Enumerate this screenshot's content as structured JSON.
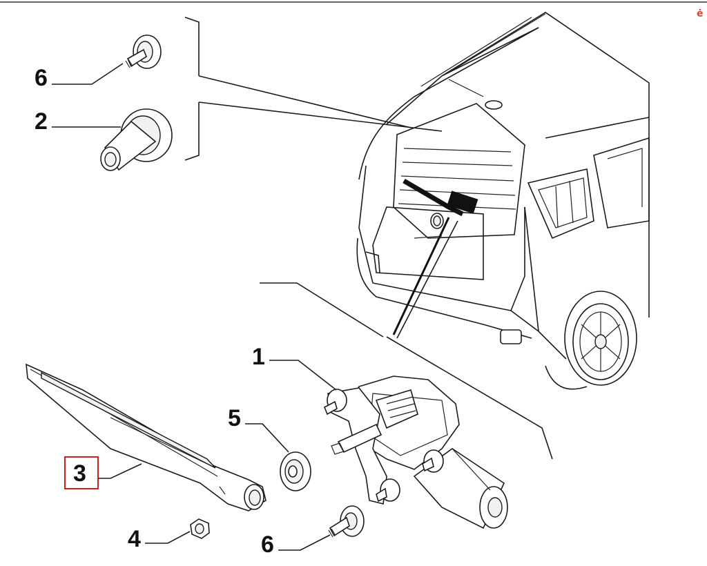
{
  "diagram": {
    "callouts": [
      {
        "id": "c6a",
        "label": "6"
      },
      {
        "id": "c2",
        "label": "2"
      },
      {
        "id": "c1",
        "label": "1"
      },
      {
        "id": "c5",
        "label": "5"
      },
      {
        "id": "c3",
        "label": "3",
        "highlighted": true
      },
      {
        "id": "c4",
        "label": "4"
      },
      {
        "id": "c6b",
        "label": "6"
      }
    ],
    "highlight_color": "#cc1f1f",
    "corner_mark": "ė"
  }
}
